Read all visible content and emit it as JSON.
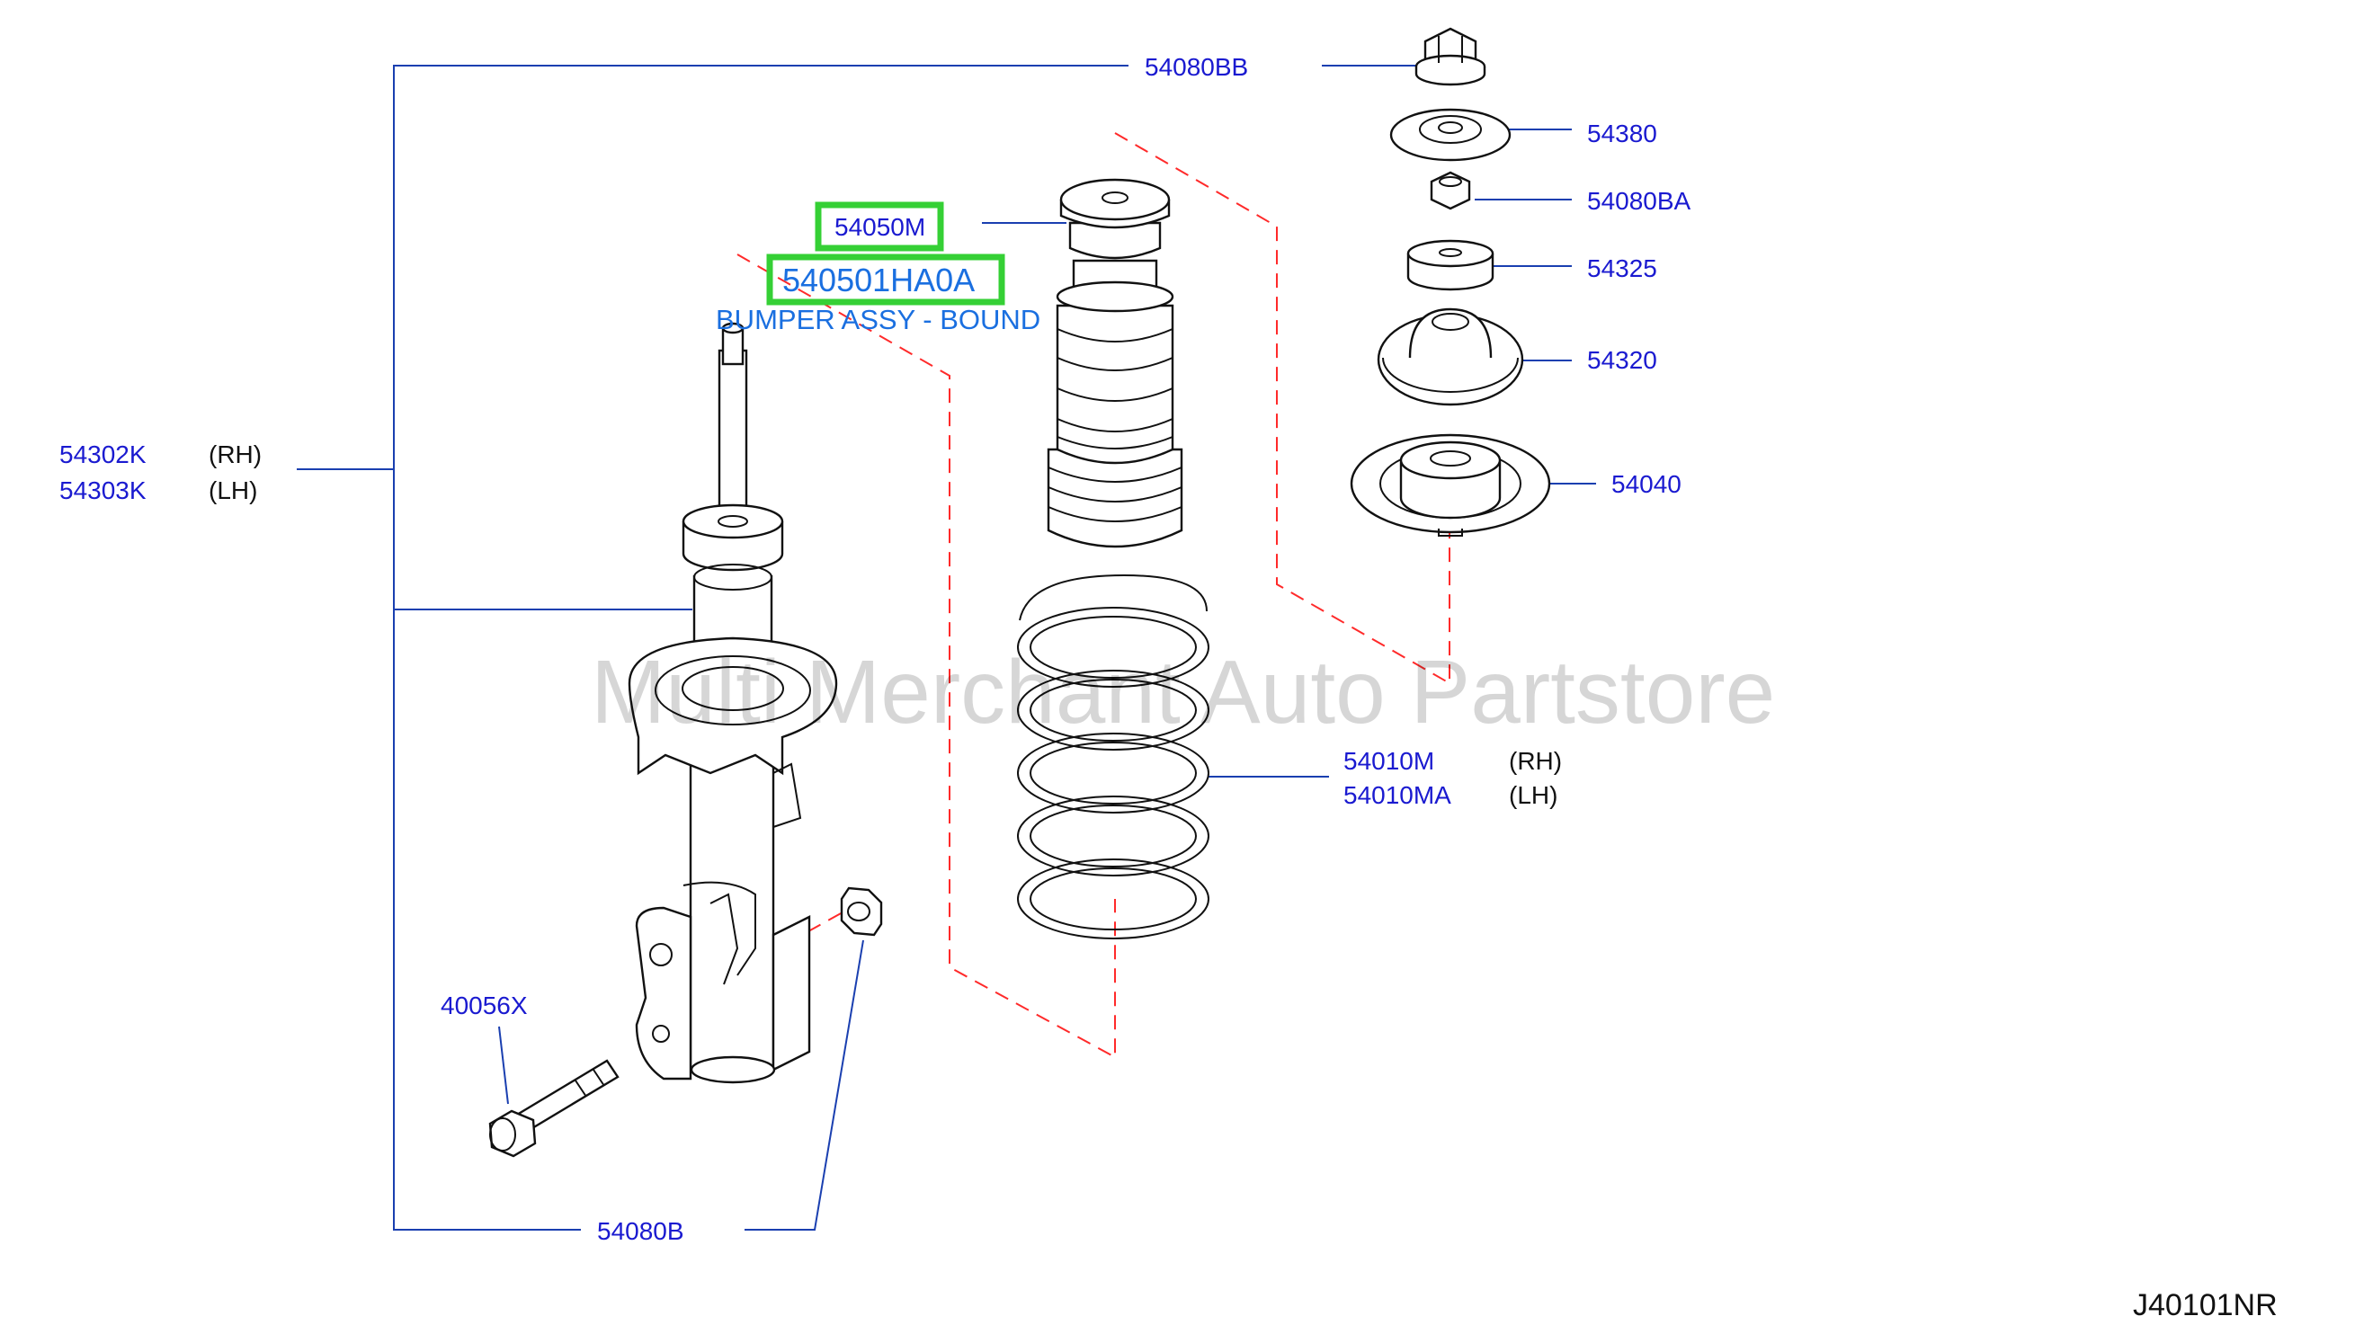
{
  "callouts": {
    "top_nut": "54080BB",
    "seat": "54380",
    "small_nut": "54080BA",
    "bushing": "54325",
    "mount_insulator": "54320",
    "spring_seat": "54040",
    "bound_bumper": "54050M",
    "strut_rh": "54302K",
    "strut_lh": "54303K",
    "spring_rh": "54010M",
    "spring_lh": "54010MA",
    "bolt": "40056X",
    "lower_nut": "54080B"
  },
  "side_labels": {
    "rh": "(RH)",
    "lh": "(LH)"
  },
  "selected_part": {
    "number": "540501HA0A",
    "description": "BUMPER ASSY - BOUND"
  },
  "watermark": "Multi Merchant Auto Partstore",
  "diagram_code": "J40101NR",
  "colors": {
    "callout_text": "#1a1ad0",
    "leader_line": "#1a3fb0",
    "dashed_line": "#ff2a2a",
    "highlight_box": "#35d035",
    "selected_text": "#1a6fe0"
  }
}
